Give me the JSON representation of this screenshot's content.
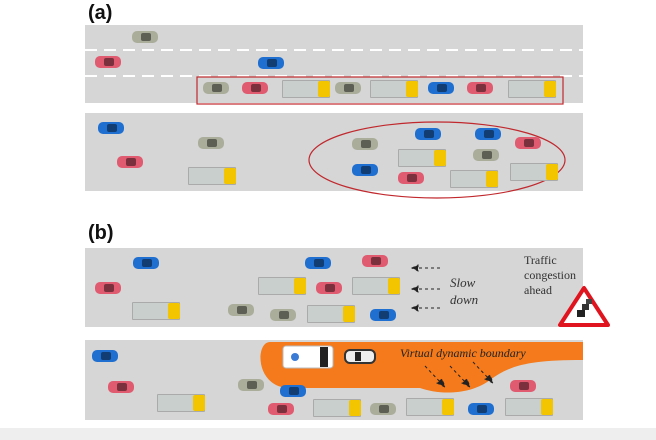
{
  "panels": {
    "a": "(a)",
    "b": "(b)"
  },
  "annotations": {
    "slow_down": "Slow down",
    "traffic_sign_text": "Traffic congestion ahead",
    "virtual_boundary": "Virtual dynamic boundary"
  },
  "colors": {
    "road": "#d6d6d6",
    "highlight": "#c0282d",
    "boundary": "#f47a1b",
    "car_red": "#e05a70",
    "car_blue": "#1f6fd1",
    "car_grey": "#a9ad9a"
  }
}
